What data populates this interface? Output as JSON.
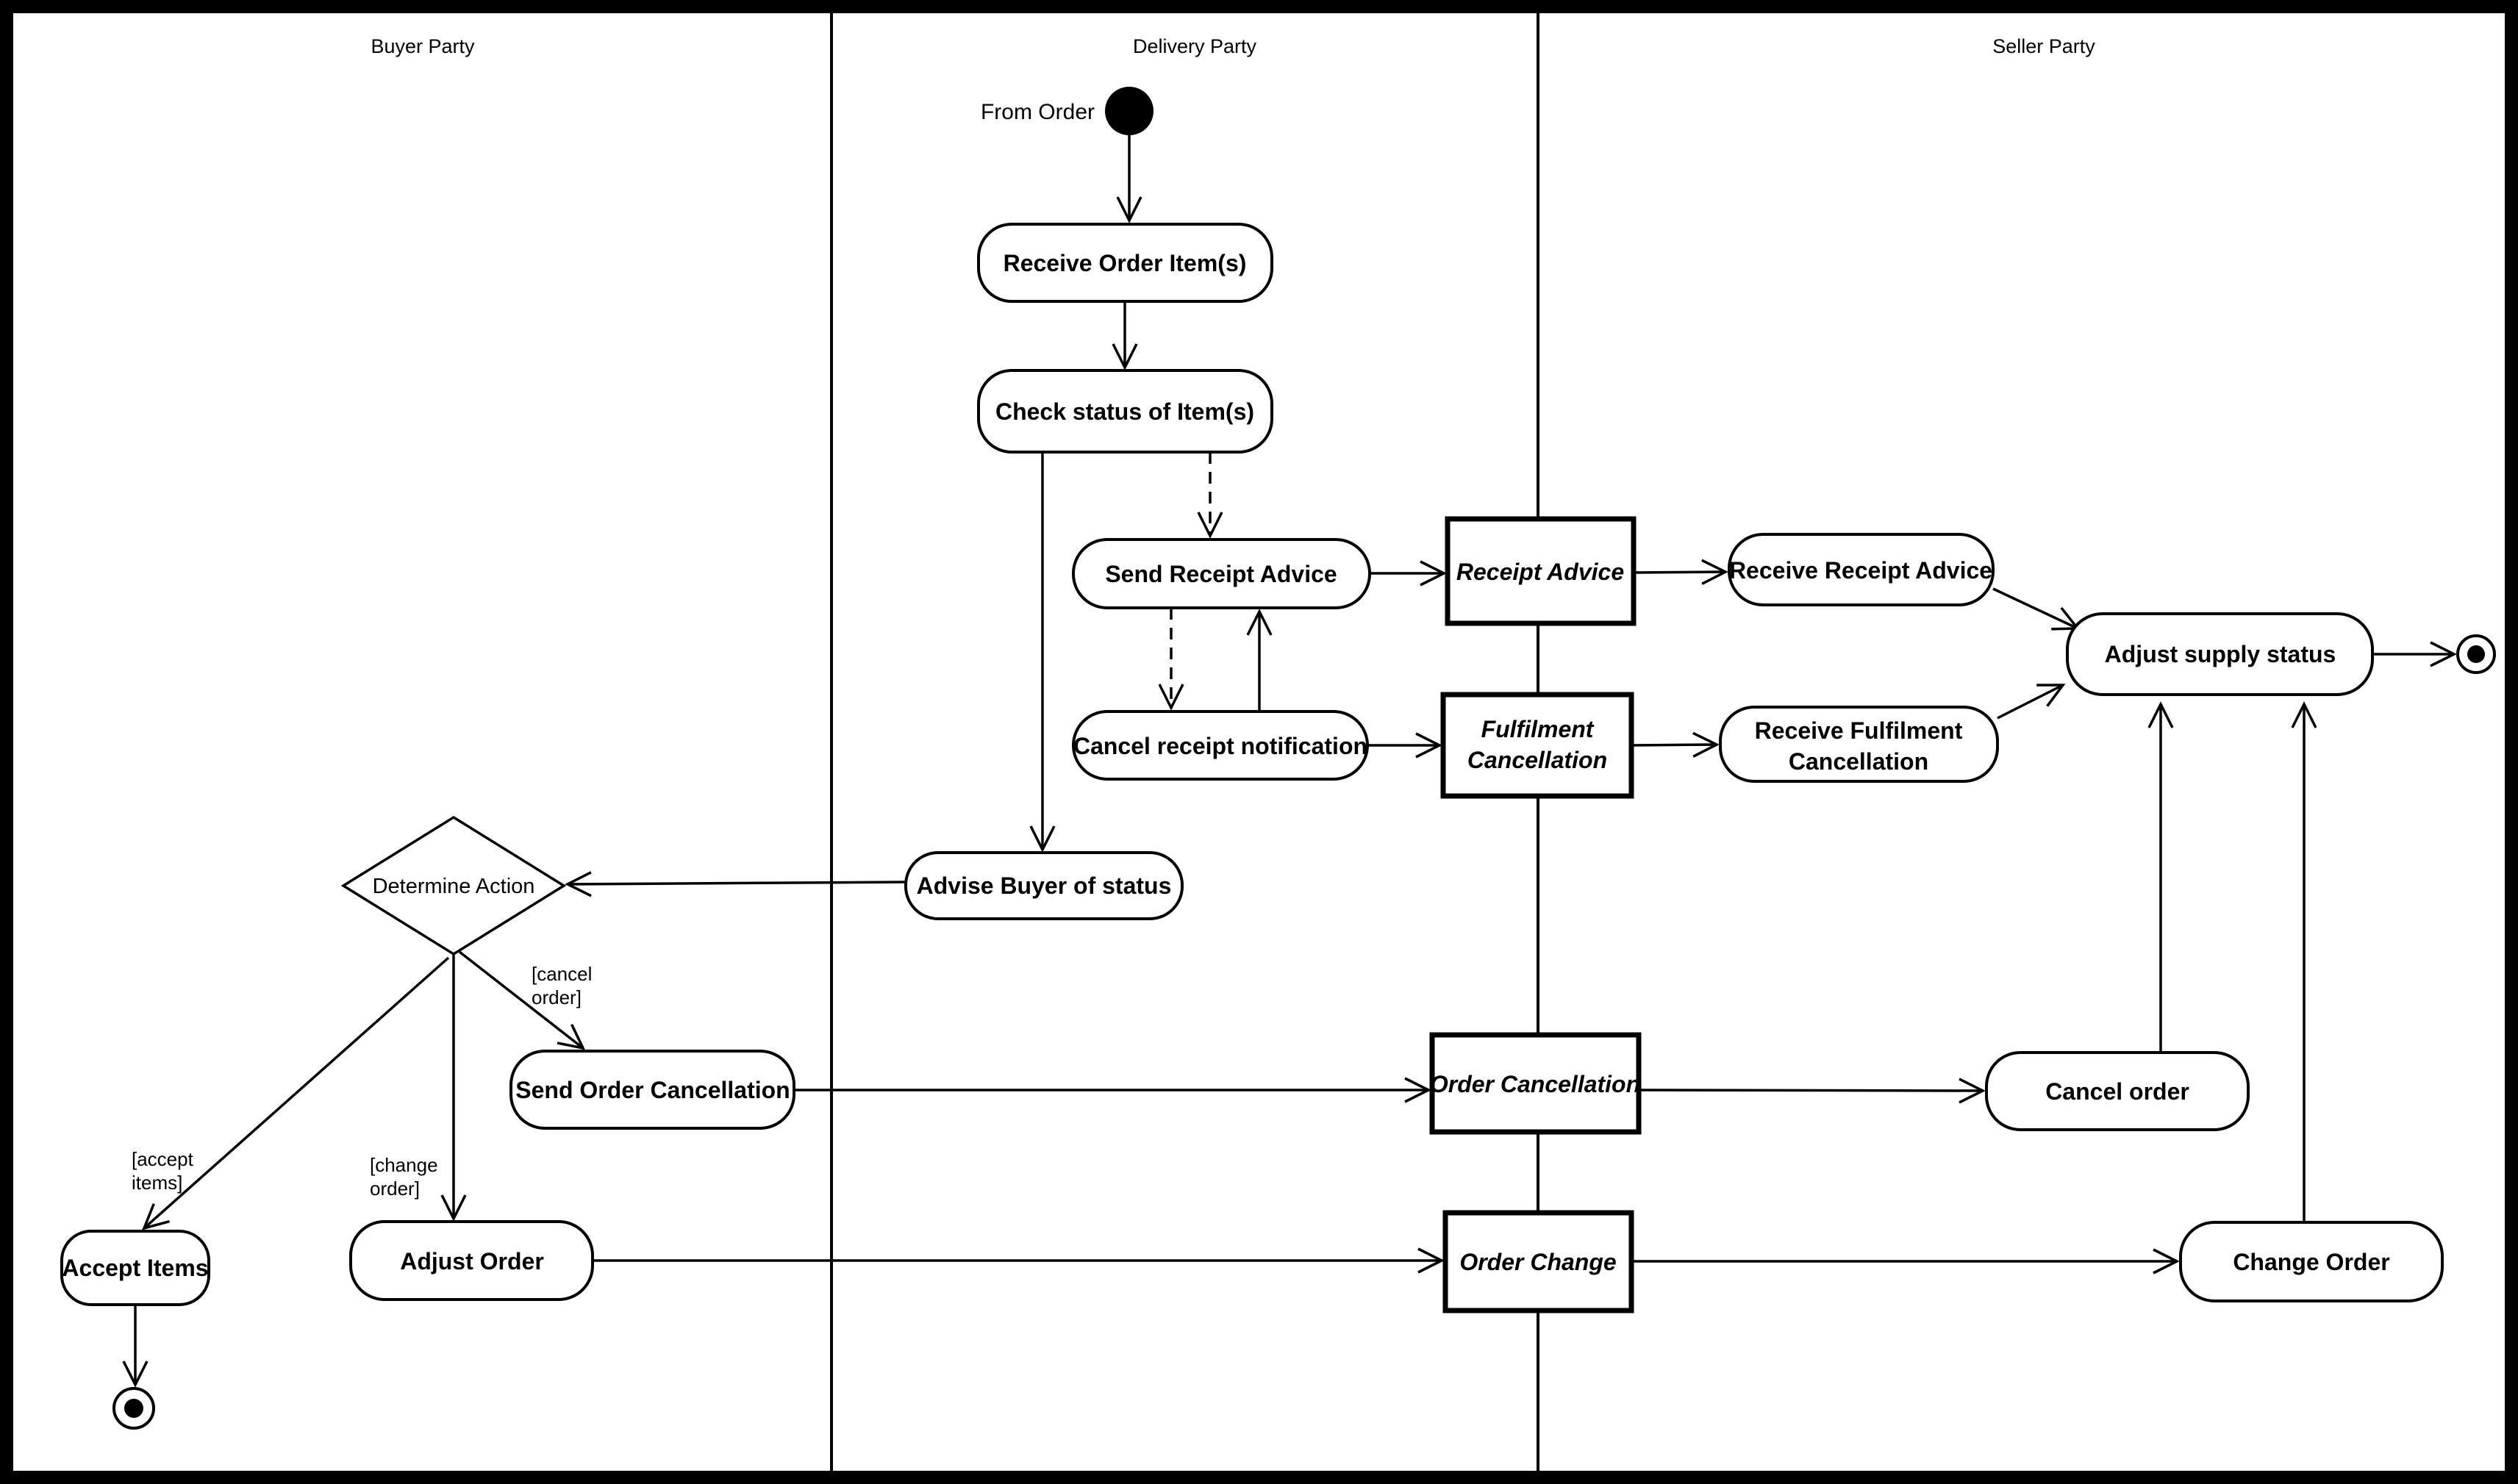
{
  "diagram": {
    "type": "uml-activity-diagram",
    "subject": "Order fulfilment / receipt advice process across Buyer, Delivery and Seller parties"
  },
  "colors": {
    "ink": "#000000",
    "background": "#ffffff"
  },
  "lanes": {
    "buyer": "Buyer Party",
    "delivery": "Delivery Party",
    "seller": "Seller Party"
  },
  "start_node": {
    "label": "From Order"
  },
  "nodes": {
    "receive_order": "Receive Order Item(s)",
    "check_status": "Check status of Item(s)",
    "send_receipt_advice": "Send Receipt Advice",
    "cancel_receipt_notification": "Cancel receipt notification",
    "advise_buyer": "Advise Buyer of status",
    "receipt_advice": "Receipt Advice",
    "fulfilment_cancellation_l1": "Fulfilment",
    "fulfilment_cancellation_l2": "Cancellation",
    "receive_receipt_advice": "Receive Receipt Advice",
    "receive_fulfilment_l1": "Receive Fulfilment",
    "receive_fulfilment_l2": "Cancellation",
    "adjust_supply_status": "Adjust supply status",
    "determine_action": "Determine Action",
    "send_order_cancellation": "Send Order Cancellation",
    "order_cancellation": "Order Cancellation",
    "cancel_order": "Cancel order",
    "accept_items": "Accept Items",
    "adjust_order": "Adjust Order",
    "order_change": "Order Change",
    "change_order": "Change Order"
  },
  "guards": {
    "cancel_order_l1": "[cancel",
    "cancel_order_l2": "order]",
    "accept_items_l1": "[accept",
    "accept_items_l2": "items]",
    "change_order_l1": "[change",
    "change_order_l2": "order]"
  }
}
